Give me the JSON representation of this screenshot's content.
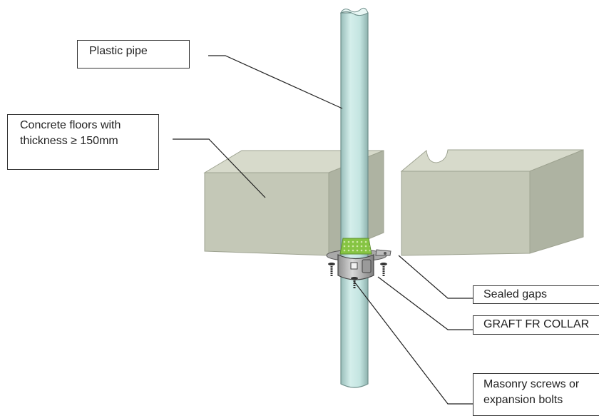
{
  "labels": {
    "pipe": "Plastic pipe",
    "floors_line1": "Concrete floors with",
    "floors_line2": "thickness ≥ 150mm",
    "gaps": "Sealed gaps",
    "collar": "GRAFT FR COLLAR",
    "screws_line1": "Masonry screws or",
    "screws_line2": "expansion bolts"
  },
  "colors": {
    "concrete_front": "#c4c8b7",
    "concrete_top": "#d7dacb",
    "concrete_side": "#aeb3a2",
    "pipe": "#c6e6e2",
    "intumescent": "#8fd04a",
    "collar": "#b3b3b3",
    "leader": "#222222"
  }
}
